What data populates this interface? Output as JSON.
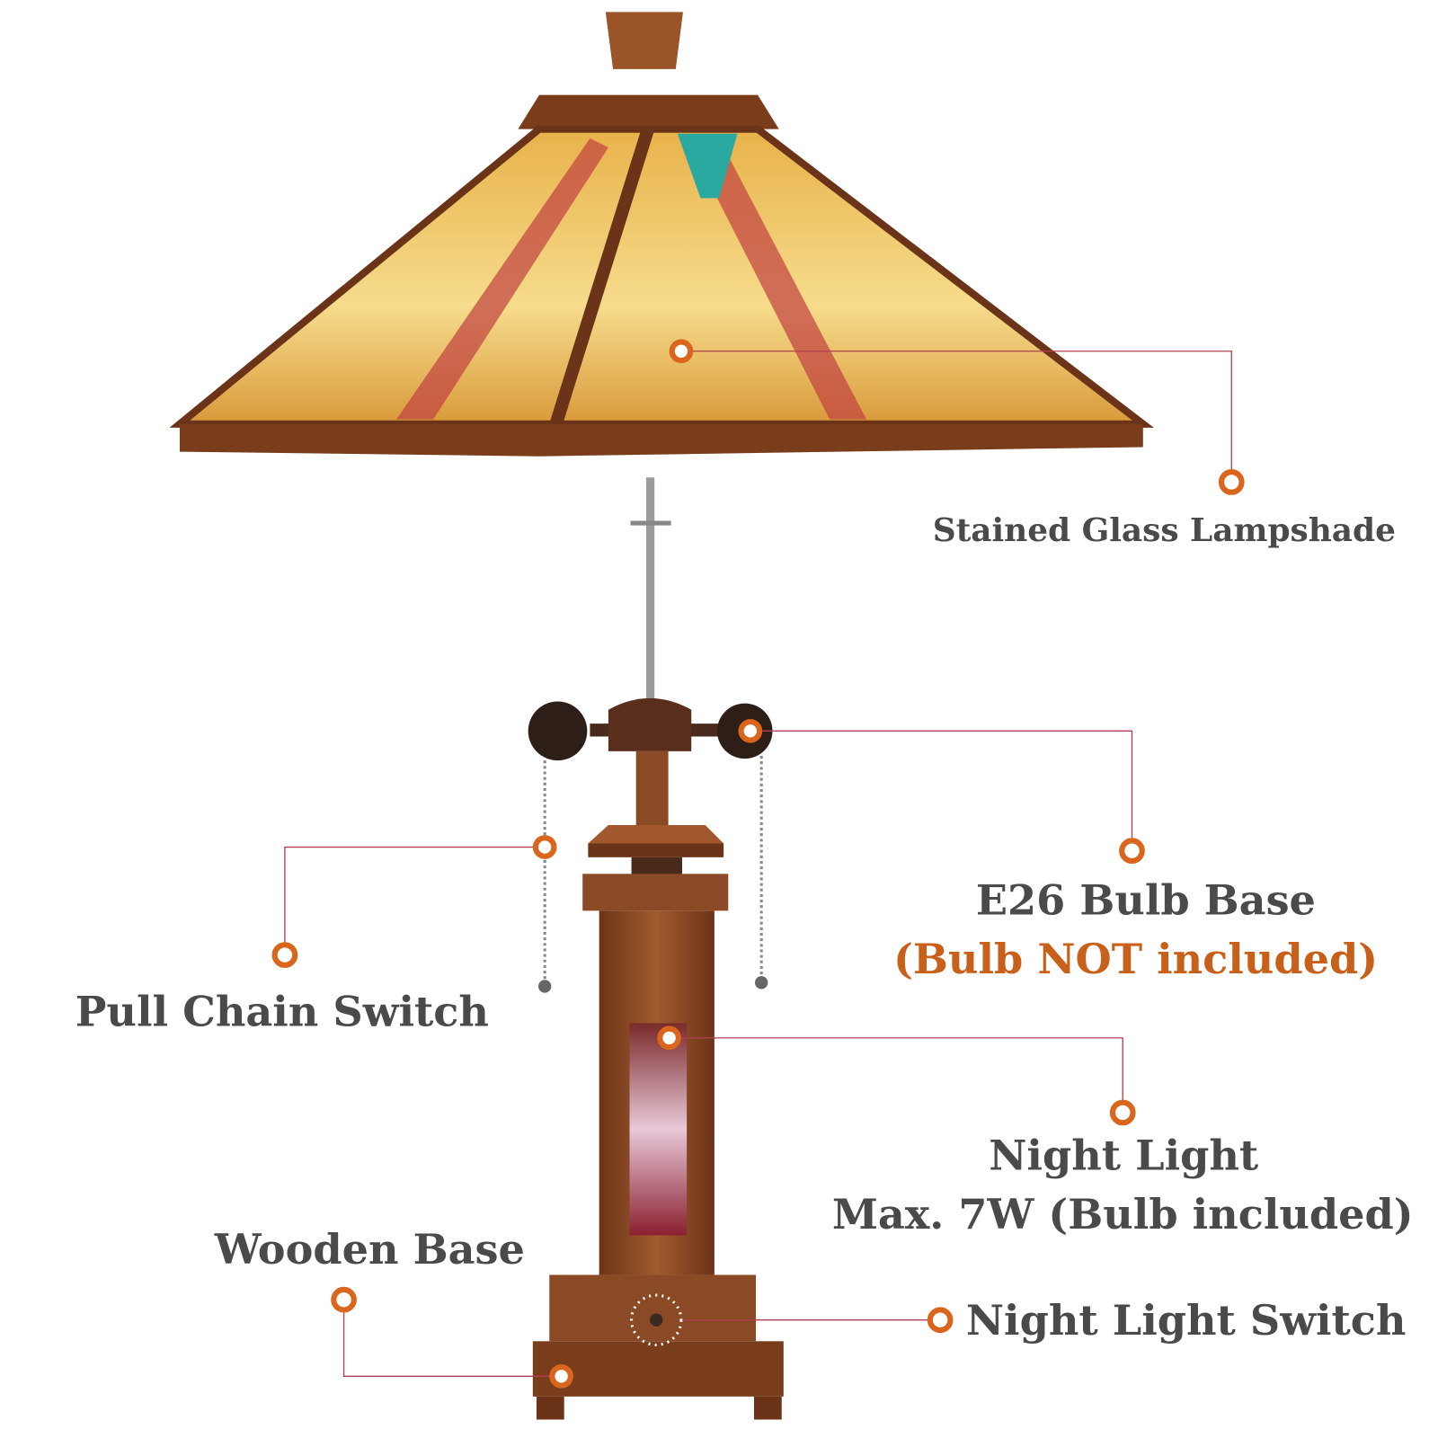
{
  "colors": {
    "label_text": "#4a4a4a",
    "highlight_text": "#c8601a",
    "marker": "#d9661c",
    "leader_line": "#b04050",
    "wood": "#8a4a25"
  },
  "callouts": {
    "lampshade": {
      "label": "Stained Glass Lampshade"
    },
    "bulb_base": {
      "label": "E26 Bulb Base",
      "note": "(Bulb NOT included)"
    },
    "pull_chain": {
      "label": "Pull Chain Switch"
    },
    "night_light": {
      "label": "Night Light",
      "detail": "Max. 7W (Bulb included)"
    },
    "wooden_base": {
      "label": "Wooden Base"
    },
    "night_light_switch": {
      "label": "Night Light Switch"
    }
  }
}
